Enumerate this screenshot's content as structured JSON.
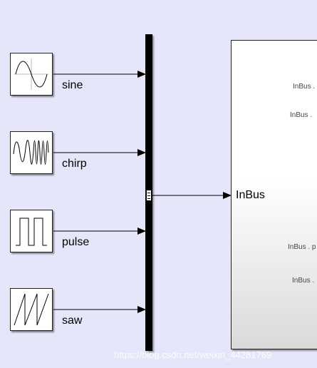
{
  "sources": [
    {
      "name": "sine",
      "label": "sine",
      "icon": "sine-wave-icon"
    },
    {
      "name": "chirp",
      "label": "chirp",
      "icon": "chirp-wave-icon"
    },
    {
      "name": "pulse",
      "label": "pulse",
      "icon": "pulse-wave-icon"
    },
    {
      "name": "saw",
      "label": "saw",
      "icon": "sawtooth-wave-icon"
    }
  ],
  "bus_creator": {
    "icon": "bus-creator-icon"
  },
  "subsystem": {
    "input_port": "InBus",
    "output_ports": [
      "InBus .",
      "InBus .",
      "InBus . p",
      "InBus ."
    ]
  },
  "watermark": "https://blog.csdn.net/weixin_44281769",
  "colors": {
    "background": "#e6e6fa",
    "line": "#000000",
    "block_border": "#222222"
  }
}
